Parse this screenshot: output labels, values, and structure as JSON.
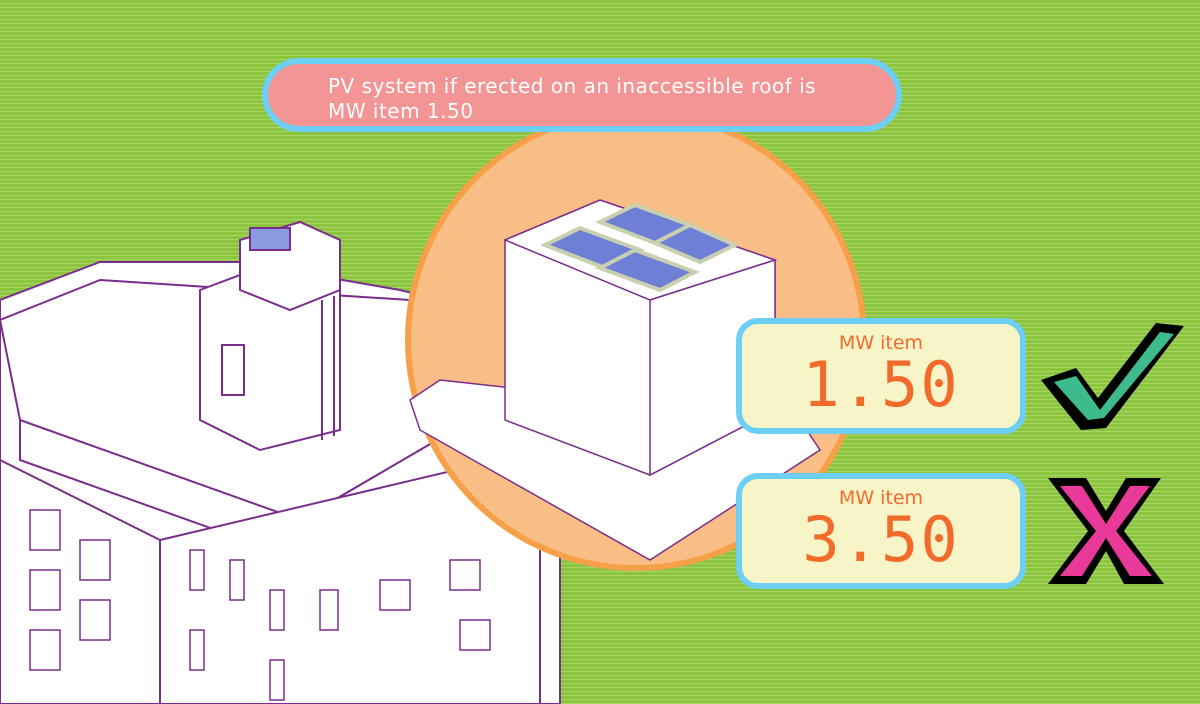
{
  "callout": {
    "line1": "PV system if erected on an inaccessible roof is",
    "line2": "MW item 1.50"
  },
  "options": [
    {
      "label": "MW item",
      "value": "1.50",
      "status": "correct",
      "icon": "checkmark-icon",
      "color": "#3dbb8c"
    },
    {
      "label": "MW item",
      "value": "3.50",
      "status": "incorrect",
      "icon": "cross-icon",
      "color": "#e93a9a"
    }
  ],
  "colors": {
    "background": "#8cc63f",
    "callout": "#f29594",
    "border": "#6dcff6",
    "card": "#f7f4c8",
    "value": "#f26b2a",
    "circle": "#f9bd86",
    "building": "#7b2d8e"
  }
}
